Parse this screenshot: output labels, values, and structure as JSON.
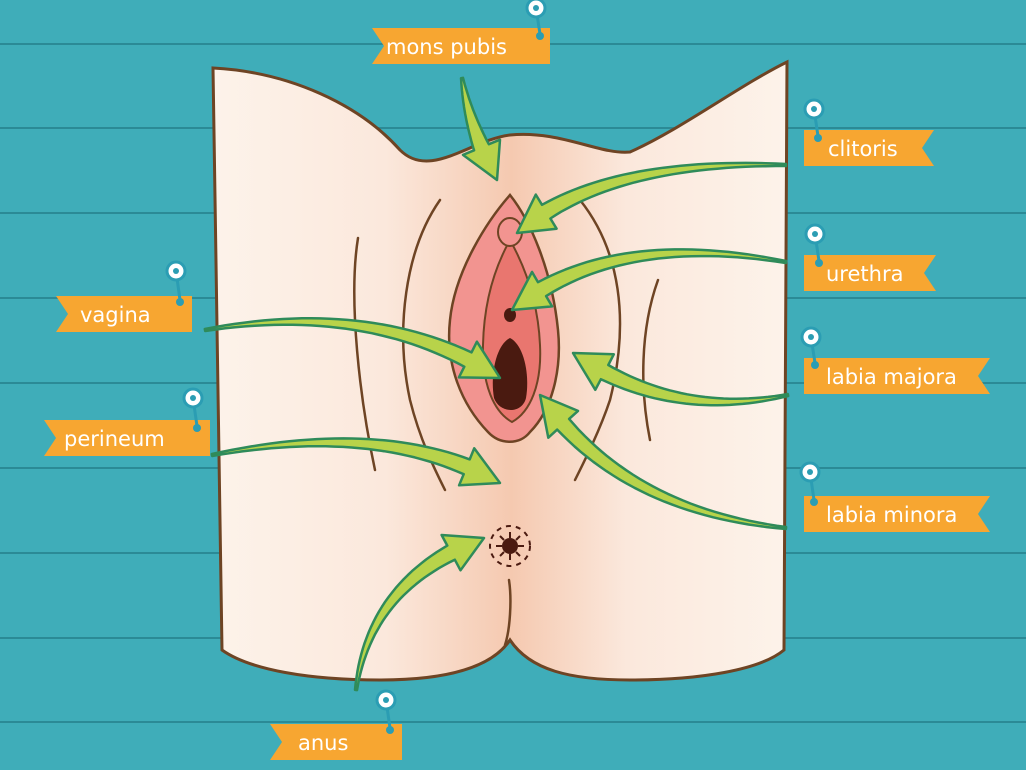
{
  "labels": {
    "mons_pubis": "mons pubis",
    "clitoris": "clitoris",
    "urethra": "urethra",
    "vagina": "vagina",
    "labia_majora": "labia majora",
    "perineum": "perineum",
    "labia_minora": "labia minora",
    "anus": "anus"
  },
  "colors": {
    "background": "#3fadb9",
    "stripe": "#2b8a96",
    "skin_light": "#fdf3ea",
    "skin_mid": "#f6cdb5",
    "outline": "#6e4424",
    "labia_outer": "#f29490",
    "labia_inner": "#e9766f",
    "opening": "#4a1a10",
    "arrow_fill": "#b8d34a",
    "arrow_stroke": "#2f8b5a",
    "tag": "#f7a631",
    "pin": "#2b9db3"
  }
}
